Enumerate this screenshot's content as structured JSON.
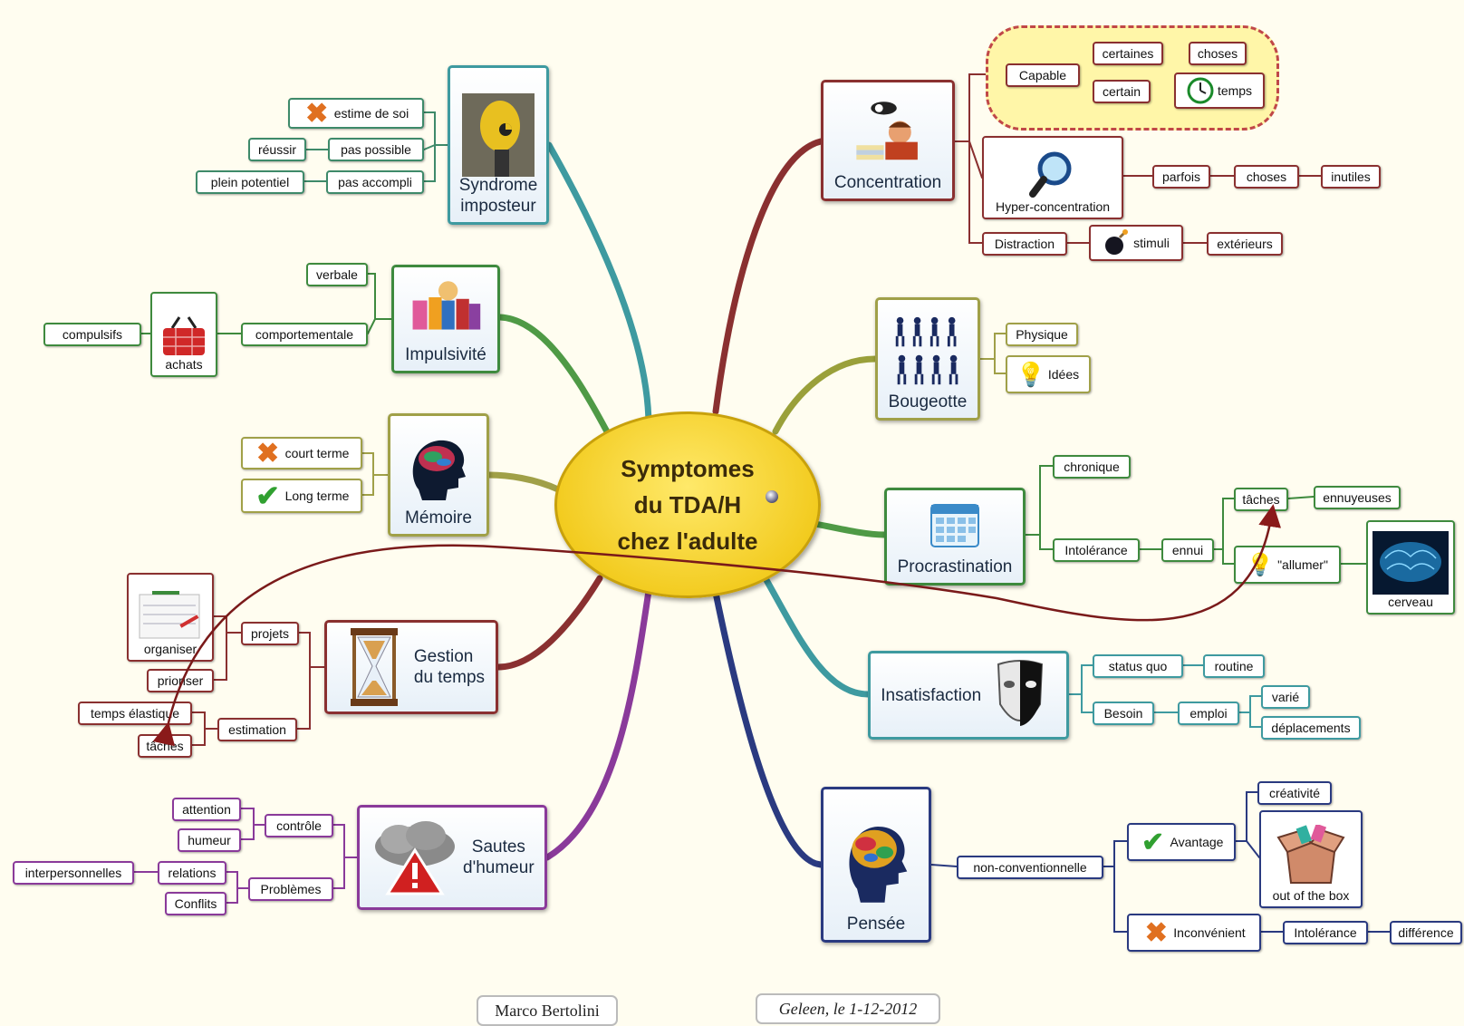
{
  "central": {
    "title": "Symptomes\ndu TDA/H\nchez l'adulte"
  },
  "topics": {
    "syndrome": "Syndrome\nimposteur",
    "impulsivite": "Impulsivité",
    "memoire": "Mémoire",
    "gestion": "Gestion\ndu temps",
    "sautes": "Sautes\nd'humeur",
    "concentration": "Concentration",
    "bougeotte": "Bougeotte",
    "procrastination": "Procrastination",
    "insatisfaction": "Insatisfaction",
    "pensee": "Pensée"
  },
  "nodes": {
    "estime": "estime de soi",
    "reussir": "réussir",
    "pas_possible": "pas possible",
    "plein_potentiel": "plein potentiel",
    "pas_accompli": "pas accompli",
    "verbale": "verbale",
    "comportementale": "comportementale",
    "compulsifs": "compulsifs",
    "achats": "achats",
    "court_terme": "court terme",
    "long_terme": "Long terme",
    "organiser": "organiser",
    "projets": "projets",
    "prioriser": "prioriser",
    "temps_elastique": "temps élastique",
    "estimation": "estimation",
    "taches_left": "tâches",
    "attention": "attention",
    "humeur": "humeur",
    "controle": "contrôle",
    "interpersonnelles": "interpersonnelles",
    "relations": "relations",
    "conflits": "Conflits",
    "problemes": "Problèmes",
    "capable": "Capable",
    "certaines": "certaines",
    "choses1": "choses",
    "certain": "certain",
    "temps": "temps",
    "hyper": "Hyper-concentration",
    "parfois": "parfois",
    "choses2": "choses",
    "inutiles": "inutiles",
    "distraction": "Distraction",
    "stimuli": "stimuli",
    "exterieurs": "extérieurs",
    "physique": "Physique",
    "idees": "Idées",
    "chronique": "chronique",
    "intolerance1": "Intolérance",
    "ennui": "ennui",
    "taches_right": "tâches",
    "ennuyeuses": "ennuyeuses",
    "allumer": "\"allumer\"",
    "cerveau": "cerveau",
    "status_quo": "status quo",
    "routine": "routine",
    "besoin": "Besoin",
    "emploi": "emploi",
    "varie": "varié",
    "deplacements": "déplacements",
    "non_conventionnelle": "non-conventionnelle",
    "creativite": "créativité",
    "avantage": "Avantage",
    "out_of_box": "out of the box",
    "inconvenient": "Inconvénient",
    "intolerance2": "Intolérance",
    "difference": "différence"
  },
  "credits": {
    "author": "Marco Bertolini",
    "place_date": "Geleen, le 1-12-2012"
  },
  "colors": {
    "teal": "#3e9aa0",
    "green": "#4f9a46",
    "olive": "#a0a048",
    "brown": "#8a3030",
    "purple": "#8a3a9a",
    "navy": "#2a3a80",
    "lime": "#9aa03a",
    "sea": "#3a9a8a",
    "dark_green": "#2e7a3e",
    "dark_red": "#7a1a1a"
  },
  "icons": {
    "cross": "x-mark-icon",
    "check": "check-mark-icon",
    "bulb": "light-bulb-icon",
    "clock": "clock-icon",
    "bomb": "bomb-icon",
    "magnifier": "magnifier-icon"
  }
}
